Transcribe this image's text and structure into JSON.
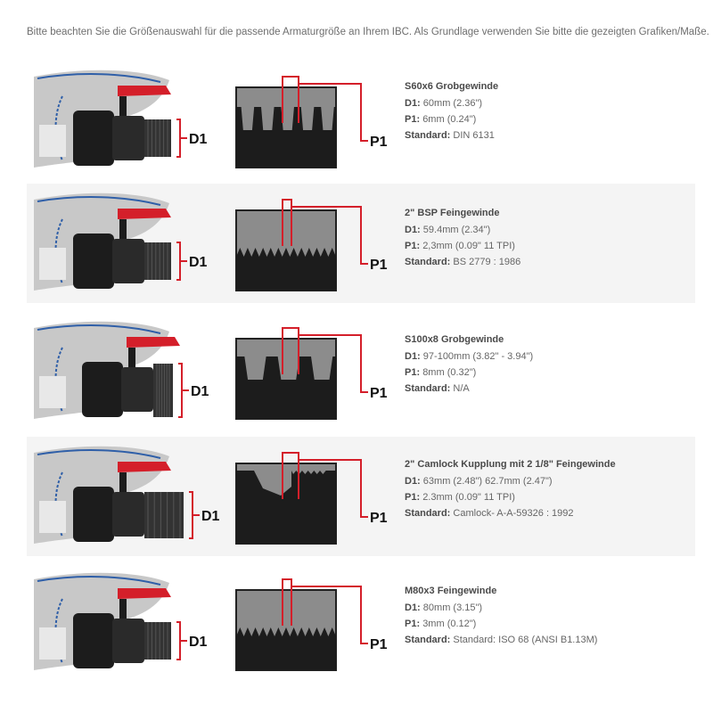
{
  "intro": "Bitte beachten Sie die Größenauswahl für die passende Armaturgröße an Ihrem IBC. Als Grundlage verwenden Sie bitte die gezeigten Grafiken/Maße.",
  "label_d1": "D1",
  "label_p1": "P1",
  "colors": {
    "accent_red": "#d41f2a",
    "valve_black": "#1c1c1c",
    "thread_grey": "#8c8c8c",
    "ibc_grey": "#c8c8c8",
    "ibc_blue": "#2f5fa8"
  },
  "items": [
    {
      "title": "S60x6 Grobgewinde",
      "d1_label": "D1:",
      "d1": "60mm (2.36\")",
      "p1_label": "P1:",
      "p1": "6mm (0.24\")",
      "std_label": "Standard:",
      "std": "DIN 6131",
      "profile": "coarse"
    },
    {
      "title": "2\" BSP Feingewinde",
      "d1_label": "D1:",
      "d1": "59.4mm (2.34\")",
      "p1_label": "P1:",
      "p1": "2,3mm (0.09\" 11 TPI)",
      "std_label": "Standard:",
      "std": "BS 2779 : 1986",
      "profile": "fine"
    },
    {
      "title": "S100x8 Grobgewinde",
      "d1_label": "D1:",
      "d1": "97-100mm (3.82\" - 3.94\")",
      "p1_label": "P1:",
      "p1": "8mm (0.32\")",
      "std_label": "Standard:",
      "std": "N/A",
      "profile": "coarse-big"
    },
    {
      "title": "2\" Camlock Kupplung mit 2 1/8\" Feingewinde",
      "d1_label": "D1:",
      "d1": "63mm (2.48\") 62.7mm (2.47\")",
      "p1_label": "P1:",
      "p1": "2.3mm (0.09\" 11 TPI)",
      "std_label": "Standard:",
      "std": "Camlock- A-A-59326 : 1992",
      "profile": "camlock"
    },
    {
      "title": "M80x3 Feingewinde",
      "d1_label": "D1:",
      "d1": "80mm (3.15\")",
      "p1_label": "P1:",
      "p1": "3mm (0.12\")",
      "std_label": "Standard:",
      "std": "Standard: ISO 68 (ANSI B1.13M)",
      "profile": "fine"
    }
  ]
}
